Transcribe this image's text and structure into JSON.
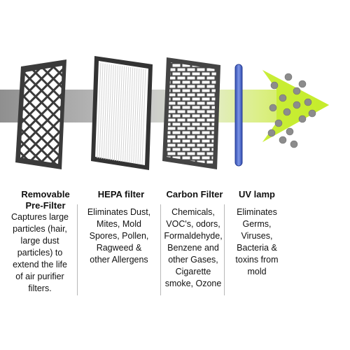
{
  "colors": {
    "arrow_gray": "#9a9a9a",
    "arrow_green": "#d8f06b",
    "arrow_lime": "#c6ec2a",
    "frame_dark": "#3b3b3b",
    "uv_blue": "#4a66c8",
    "particle_gray": "#8c8c8c"
  },
  "stages": [
    {
      "id": "pre-filter",
      "icon": "mesh-filter-icon",
      "title_lines": [
        "Removable",
        "Pre-Filter"
      ],
      "description_lines": [
        "Captures large",
        "particles (hair,",
        "large dust",
        "particles) to",
        "extend the life",
        "of air purifier",
        "filters."
      ]
    },
    {
      "id": "hepa",
      "icon": "pleated-filter-icon",
      "title_lines": [
        "HEPA filter"
      ],
      "description_lines": [
        "Eliminates Dust,",
        "Mites, Mold",
        "Spores, Pollen,",
        "Ragweed &",
        "other Allergens"
      ]
    },
    {
      "id": "carbon",
      "icon": "honeycomb-filter-icon",
      "title_lines": [
        "Carbon Filter"
      ],
      "description_lines": [
        "Chemicals,",
        "VOC's, odors,",
        "Formaldehyde,",
        "Benzene and",
        "other Gases,",
        "Cigarette",
        "smoke, Ozone"
      ]
    },
    {
      "id": "uv",
      "icon": "uv-lamp-icon",
      "title_lines": [
        "UV lamp"
      ],
      "description_lines": [
        "Eliminates",
        "Germs,",
        "Viruses,",
        "Bacteria &",
        "toxins from",
        "mold"
      ]
    }
  ]
}
